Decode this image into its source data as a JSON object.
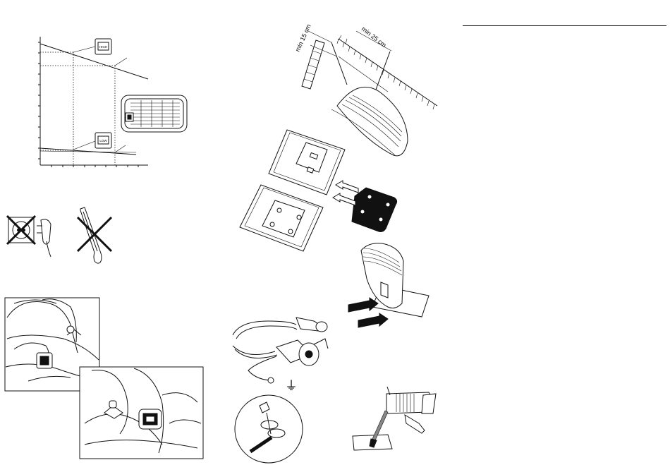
{
  "figures": {
    "power_chart": {
      "upper_mode_label": "HIGH",
      "lower_mode_label": "LOW"
    },
    "clearance": {
      "min_distance_front": "min 15 cm",
      "min_distance_wall": "min 25 cm"
    },
    "warnings": {
      "no_plug_icon": "crossed-plug-icon",
      "no_cloth_icon": "crossed-cloth-icon"
    },
    "grounding": {
      "ground_symbol": "⏚"
    }
  },
  "colors": {
    "ink": "#111111",
    "paper": "#ffffff"
  }
}
